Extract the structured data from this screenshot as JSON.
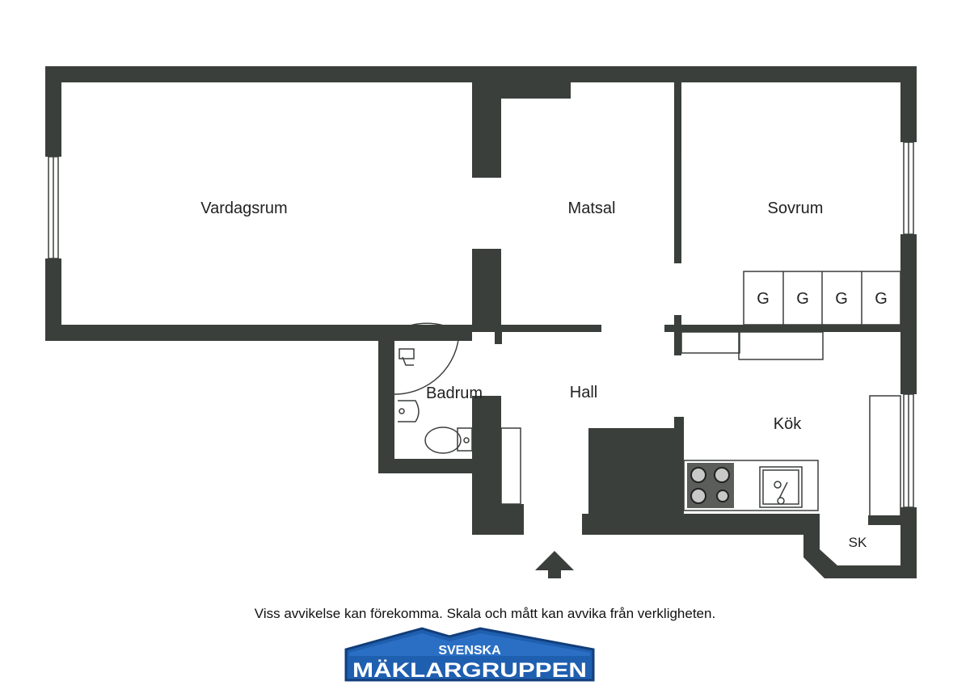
{
  "rooms": {
    "vardagsrum": "Vardagsrum",
    "matsal": "Matsal",
    "sovrum": "Sovrum",
    "badrum": "Badrum",
    "hall": "Hall",
    "kok": "Kök",
    "sk": "SK"
  },
  "wardrobes": [
    "G",
    "G",
    "G",
    "G"
  ],
  "disclaimer": "Viss avvikelse kan förekomma. Skala och mått kan avvika från verkligheten.",
  "logo": {
    "line1": "SVENSKA",
    "line2": "MÄKLARGRUPPEN",
    "color": "#1f5fb0",
    "border_color": "#123e7a"
  },
  "colors": {
    "wall": "#3a3f3b",
    "background": "#ffffff"
  }
}
